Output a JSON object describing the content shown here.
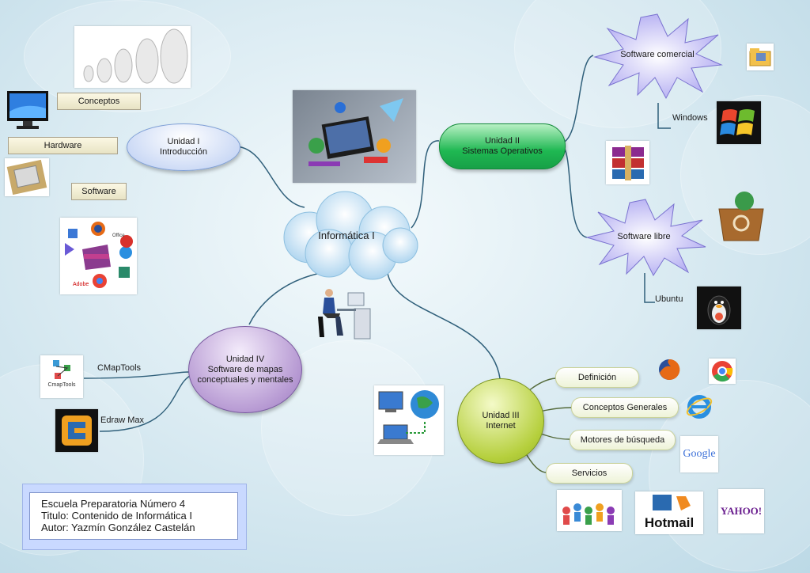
{
  "central": {
    "label": "Informática I"
  },
  "unit1": {
    "line1": "Unidad I",
    "line2": "Introducción",
    "children": [
      "Conceptos",
      "Hardware",
      "Software"
    ]
  },
  "unit2": {
    "line1": "Unidad II",
    "line2": "Sistemas Operativos",
    "commercial": {
      "label": "Software comercial",
      "item": "Windows"
    },
    "free": {
      "label": "Software libre",
      "item": "Ubuntu"
    }
  },
  "unit3": {
    "line1": "Unidad III",
    "line2": "Internet",
    "children": [
      "Definición",
      "Conceptos Generales",
      "Motores de búsqueda",
      "Servicios"
    ]
  },
  "unit4": {
    "line1": "Unidad IV",
    "line2": "Software de mapas",
    "line3": "conceptuales y mentales",
    "children": [
      "CMapTools",
      "Edraw Max"
    ]
  },
  "logos": {
    "cmap": "CmapTools",
    "hotmail": "Hotmail",
    "yahoo": "YAHOO!",
    "google": "Google",
    "adobe": "Adobe",
    "office": "Office"
  },
  "info": {
    "line1": "Escuela Preparatoria Número 4",
    "line2": "Titulo: Contenido de Informática I",
    "line3": "Autor: Yazmín González Castelán"
  },
  "colors": {
    "unit1": "#c6d6f5",
    "unit2": "#3ec46a",
    "unit3": "#b5cf3c",
    "unit4": "#b79ad3",
    "star": "#c9c6f7",
    "cloud": "#cfe6f6"
  }
}
